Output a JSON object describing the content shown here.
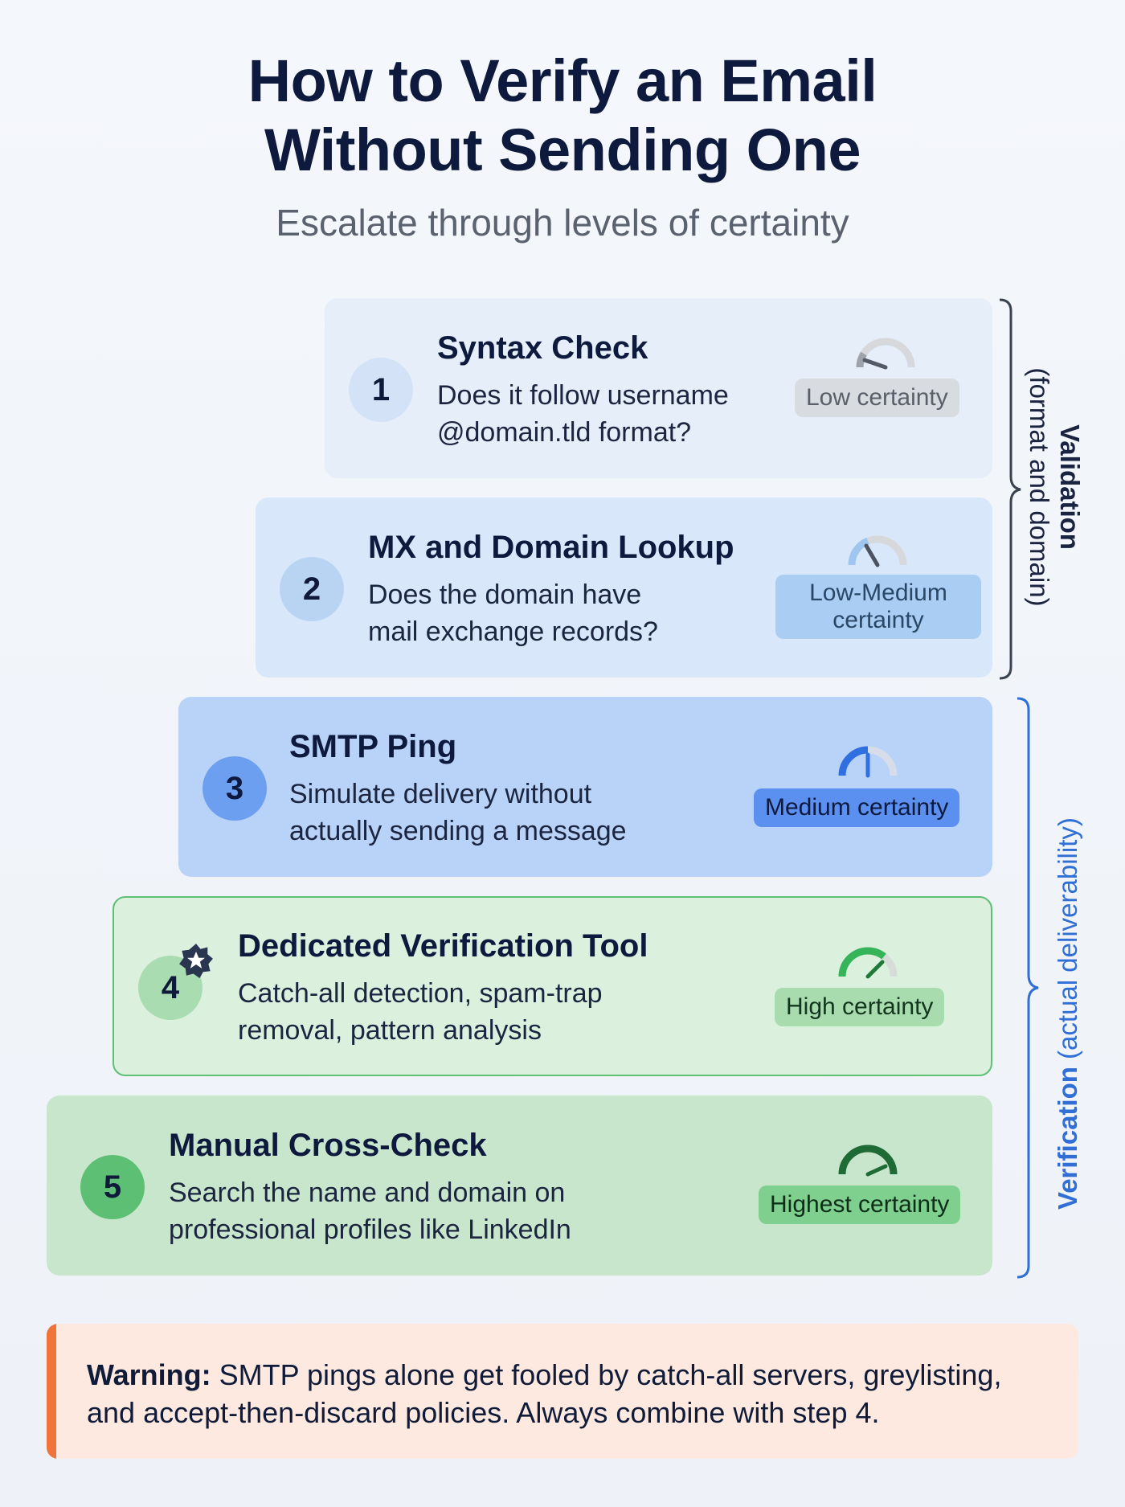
{
  "header": {
    "title_line1": "How to Verify an Email",
    "title_line2": "Without Sending One",
    "subtitle": "Escalate through levels of certainty"
  },
  "steps": [
    {
      "number": "1",
      "title": "Syntax Check",
      "desc_line1": "Does it follow username",
      "desc_line2": "@domain.tld format?",
      "certainty_line1": "Low certainty",
      "certainty_line2": "",
      "gauge_level": 0.15
    },
    {
      "number": "2",
      "title": "MX and Domain Lookup",
      "desc_line1": "Does the domain have",
      "desc_line2": "mail exchange records?",
      "certainty_line1": "Low-Medium",
      "certainty_line2": "certainty",
      "gauge_level": 0.35
    },
    {
      "number": "3",
      "title": "SMTP Ping",
      "desc_line1": "Simulate delivery without",
      "desc_line2": "actually sending a message",
      "certainty_line1": "Medium certainty",
      "certainty_line2": "",
      "gauge_level": 0.5
    },
    {
      "number": "4",
      "title": "Dedicated Verification Tool",
      "desc_line1": "Catch-all detection, spam-trap",
      "desc_line2": "removal, pattern analysis",
      "certainty_line1": "High certainty",
      "certainty_line2": "",
      "gauge_level": 0.75
    },
    {
      "number": "5",
      "title": "Manual Cross-Check",
      "desc_line1": "Search the name and domain on",
      "desc_line2": "professional profiles like LinkedIn",
      "certainty_line1": "Highest certainty",
      "certainty_line2": "",
      "gauge_level": 0.9
    }
  ],
  "groups": {
    "validation_bold": "Validation",
    "validation_rest": "(format and domain)",
    "verification_bold": "Verification",
    "verification_rest": "(actual deliverability)"
  },
  "warning": {
    "label": "Warning:",
    "text_line1": " SMTP pings alone get fooled by catch-all servers, greylisting,",
    "text_line2": "and accept-then-discard policies. Always combine with step 4."
  },
  "colors": {
    "step1_bg": "#e6eefa",
    "step2_bg": "#d8e8fa",
    "step3_bg": "#b9d2f7",
    "step4_bg": "#dcf0de",
    "step5_bg": "#c8e6cc",
    "validation_color": "#1a2440",
    "verification_color": "#2f6fd6",
    "warning_accent": "#f0733a"
  }
}
